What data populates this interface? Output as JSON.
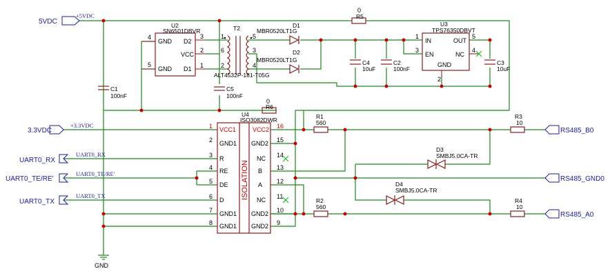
{
  "power": {
    "vin_port": "5VDC",
    "vin_net": "+5VDC",
    "v33_port": "3.3VDC",
    "v33_net": "+3.3VDC",
    "gnd": "GND"
  },
  "u2": {
    "ref": "U2",
    "part": "SN6501DBVR",
    "pins": [
      {
        "num": "4",
        "name": "GND"
      },
      {
        "num": "5",
        "name": "GND"
      },
      {
        "num": "3",
        "name": "D2"
      },
      {
        "num": "2",
        "name": "VCC"
      },
      {
        "num": "1",
        "name": "D1"
      }
    ]
  },
  "t2": {
    "ref": "T2",
    "part": "ALT4532P-181-T05G",
    "pins": [
      "1",
      "6",
      "2",
      "5",
      "3",
      "4"
    ]
  },
  "d1": {
    "ref": "D1",
    "part": "MBR0520LT1G"
  },
  "d2": {
    "ref": "D2",
    "part": "MBR0520LT1G"
  },
  "r5": {
    "ref": "R5",
    "value": "0"
  },
  "r6": {
    "ref": "R6",
    "value": "0"
  },
  "u3": {
    "ref": "U3",
    "part": "TPS76350DBVT",
    "pins": [
      {
        "num": "1",
        "name": "IN"
      },
      {
        "num": "3",
        "name": "EN"
      },
      {
        "num": "5",
        "name": "OUT"
      },
      {
        "num": "4",
        "name": "NC"
      },
      {
        "num": "2",
        "name": "GND"
      }
    ]
  },
  "c1": {
    "ref": "C1",
    "value": "100nF"
  },
  "c2": {
    "ref": "C2",
    "value": "100nF"
  },
  "c3": {
    "ref": "C3",
    "value": "10uF"
  },
  "c4": {
    "ref": "C4",
    "value": "10uF"
  },
  "c5": {
    "ref": "C5",
    "value": "100nF"
  },
  "u4": {
    "ref": "U4",
    "part": "ISO3082DWR",
    "center": "ISOLATION",
    "left_pins": [
      {
        "num": "1",
        "name": "VCC1"
      },
      {
        "num": "2",
        "name": "GND1"
      },
      {
        "num": "3",
        "name": "R"
      },
      {
        "num": "4",
        "name": "RE"
      },
      {
        "num": "5",
        "name": "DE"
      },
      {
        "num": "6",
        "name": "D"
      },
      {
        "num": "7",
        "name": "GND1"
      },
      {
        "num": "8",
        "name": "GND1"
      }
    ],
    "right_pins": [
      {
        "num": "16",
        "name": "VCC2"
      },
      {
        "num": "15",
        "name": "GND2"
      },
      {
        "num": "14",
        "name": "NC"
      },
      {
        "num": "13",
        "name": "B"
      },
      {
        "num": "12",
        "name": "A"
      },
      {
        "num": "11",
        "name": "NC"
      },
      {
        "num": "10",
        "name": "GND2"
      },
      {
        "num": "9",
        "name": "GND2"
      }
    ]
  },
  "uart": {
    "rx_port": "UART0_RX",
    "rx_net": "UART0_RX",
    "te_port": "UART0_TE/RE'",
    "te_net": "UART0_TE/RE'",
    "tx_port": "UART0_TX",
    "tx_net": "UART0_TX"
  },
  "r1": {
    "ref": "R1",
    "value": "560"
  },
  "r2": {
    "ref": "R2",
    "value": "560"
  },
  "r3": {
    "ref": "R3",
    "value": "10"
  },
  "r4": {
    "ref": "R4",
    "value": "10"
  },
  "d3": {
    "ref": "D3",
    "part": "SMBJ5.0CA-TR"
  },
  "d4": {
    "ref": "D4",
    "part": "SMBJ5.0CA-TR"
  },
  "rs485": {
    "b0": "RS485_B0",
    "gnd0": "RS485_GND0",
    "a0": "RS485_A0"
  }
}
